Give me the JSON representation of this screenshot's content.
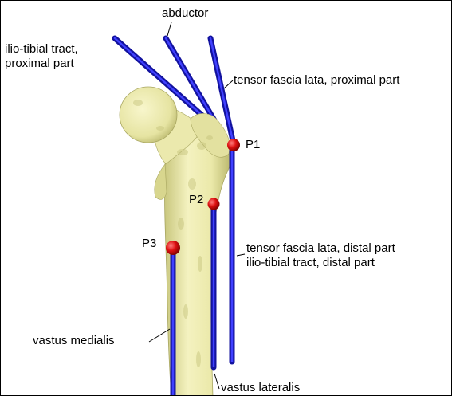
{
  "labels": {
    "abductor": "abductor",
    "ilio_proximal": "ilio-tibial tract,\nproximal part",
    "tfl_proximal": "tensor fascia lata, proximal part",
    "p1": "P1",
    "p2": "P2",
    "p3": "P3",
    "tfl_distal": "tensor fascia lata, distal part",
    "ilio_distal": "ilio-tibial tract, distal part",
    "vastus_medialis": "vastus medialis",
    "vastus_lateralis": "vastus lateralis"
  },
  "colors": {
    "muscle": "#1e1ec8",
    "bone": "#f0eeb0",
    "bone_shade": "#b8b670",
    "point": "#d01010",
    "leader": "#000000"
  }
}
